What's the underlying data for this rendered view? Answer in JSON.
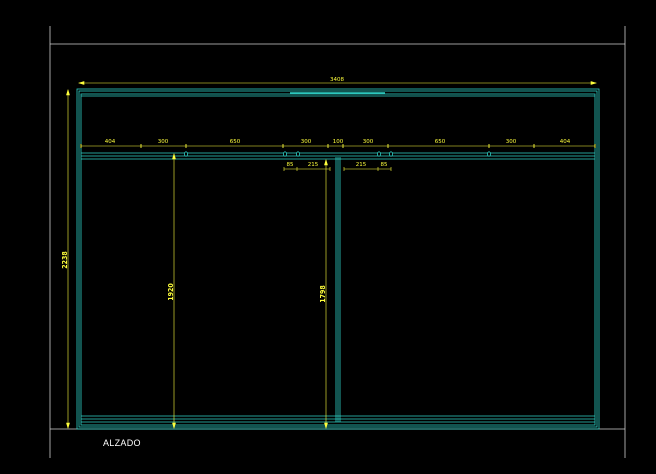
{
  "title": "ALZADO",
  "dimensions": {
    "overall_width": "3408",
    "overall_height": "2238",
    "left_panel_height": "1920",
    "right_panel_height": "1798",
    "top_row": [
      "404",
      "300",
      "650",
      "300",
      "100",
      "300",
      "650",
      "300",
      "404"
    ],
    "sub_row_left": [
      "85",
      "215"
    ],
    "sub_row_right": [
      "215",
      "85"
    ]
  },
  "colors": {
    "background": "#000000",
    "frame": "#2fd3c8",
    "dimension": "#ffff3c",
    "border": "#cfcfcf",
    "title": "#ffffff"
  }
}
